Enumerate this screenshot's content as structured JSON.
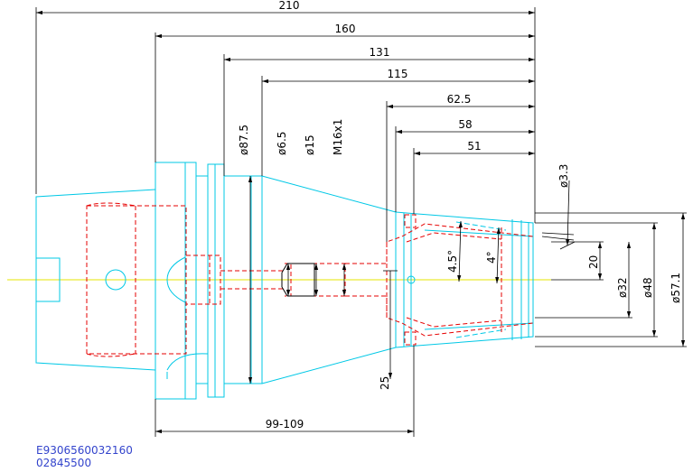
{
  "colors": {
    "outline": "#00c8e6",
    "hidden": "#e60000",
    "centerline": "#e6e600",
    "dimension": "#000000",
    "code_text": "#3344cc"
  },
  "dimensions": {
    "d210": "210",
    "d160": "160",
    "d131": "131",
    "d115": "115",
    "d62_5": "62.5",
    "d58": "58",
    "d51": "51",
    "d25": "25",
    "d99_109": "99-109",
    "d20": "20",
    "phi87_5": "ø87.5",
    "phi6_5": "ø6.5",
    "phi15": "ø15",
    "m16x1": "M16x1",
    "phi3_3": "ø3.3",
    "a4_5": "4.5°",
    "a4": "4°",
    "phi32": "ø32",
    "phi48": "ø48",
    "phi57_1": "ø57.1"
  },
  "codes": {
    "line1": "E9306560032160",
    "line2": "02845500"
  }
}
